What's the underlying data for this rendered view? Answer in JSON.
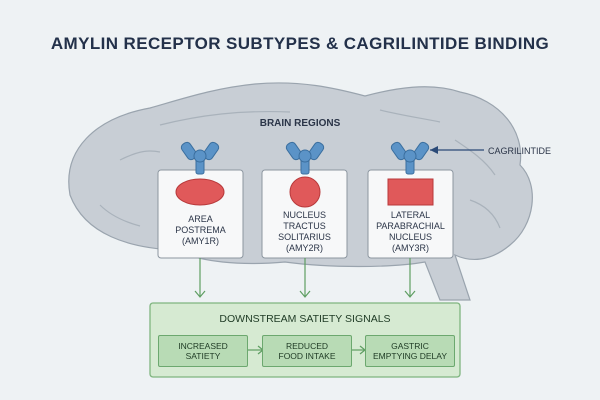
{
  "title": "AMYLIN RECEPTOR SUBTYPES & CAGRILINTIDE BINDING",
  "brain_regions_label": "BRAIN REGIONS",
  "ligand_label": "CAGRILINTIDE",
  "regions": [
    {
      "name_line1": "AREA",
      "name_line2": "POSTREMA",
      "name_line3": "",
      "receptor": "(AMY1R)",
      "shape": "ellipse"
    },
    {
      "name_line1": "NUCLEUS",
      "name_line2": "TRACTUS",
      "name_line3": "SOLITARIUS",
      "receptor": "(AMY2R)",
      "shape": "circle"
    },
    {
      "name_line1": "LATERAL",
      "name_line2": "PARABRACHIAL",
      "name_line3": "NUCLEUS",
      "receptor": "(AMY3R)",
      "shape": "rect"
    }
  ],
  "downstream": {
    "title": "DOWNSTREAM SATIETY SIGNALS",
    "steps": [
      {
        "line1": "INCREASED",
        "line2": "SATIETY"
      },
      {
        "line1": "REDUCED",
        "line2": "FOOD INTAKE"
      },
      {
        "line1": "GASTRIC",
        "line2": "EMPTYING DELAY"
      }
    ]
  },
  "colors": {
    "brain_fill": "#c8ced5",
    "brain_stroke": "#9aa4ae",
    "receptor_blue": "#5b93c7",
    "region_red": "#e0595a",
    "signal_green": "#b8dbb5",
    "panel_green": "#d6ead2"
  }
}
